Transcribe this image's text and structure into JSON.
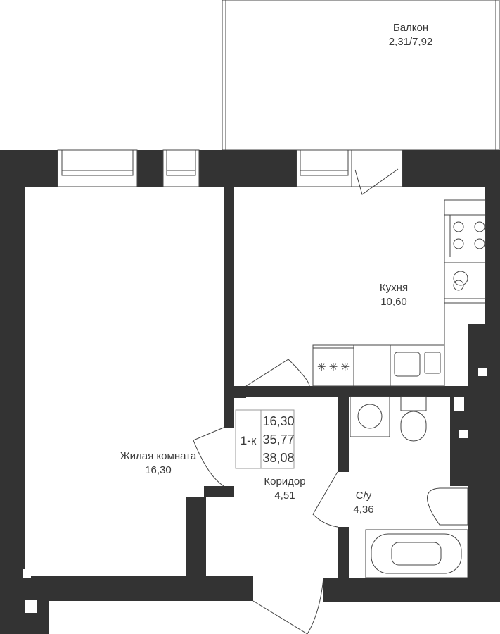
{
  "rooms": {
    "balcony": {
      "name": "Балкон",
      "area": "2,31/7,92"
    },
    "kitchen": {
      "name": "Кухня",
      "area": "10,60"
    },
    "living": {
      "name": "Жилая комната",
      "area": "16,30"
    },
    "corridor": {
      "name": "Коридор",
      "area": "4,51"
    },
    "bathroom": {
      "name": "С/у",
      "area": "4,36"
    }
  },
  "summary": {
    "type": "1-к",
    "living_area": "16,30",
    "total_area": "35,77",
    "total_with_balcony": "38,08"
  },
  "colors": {
    "wall": "#333333",
    "line": "#444444"
  }
}
